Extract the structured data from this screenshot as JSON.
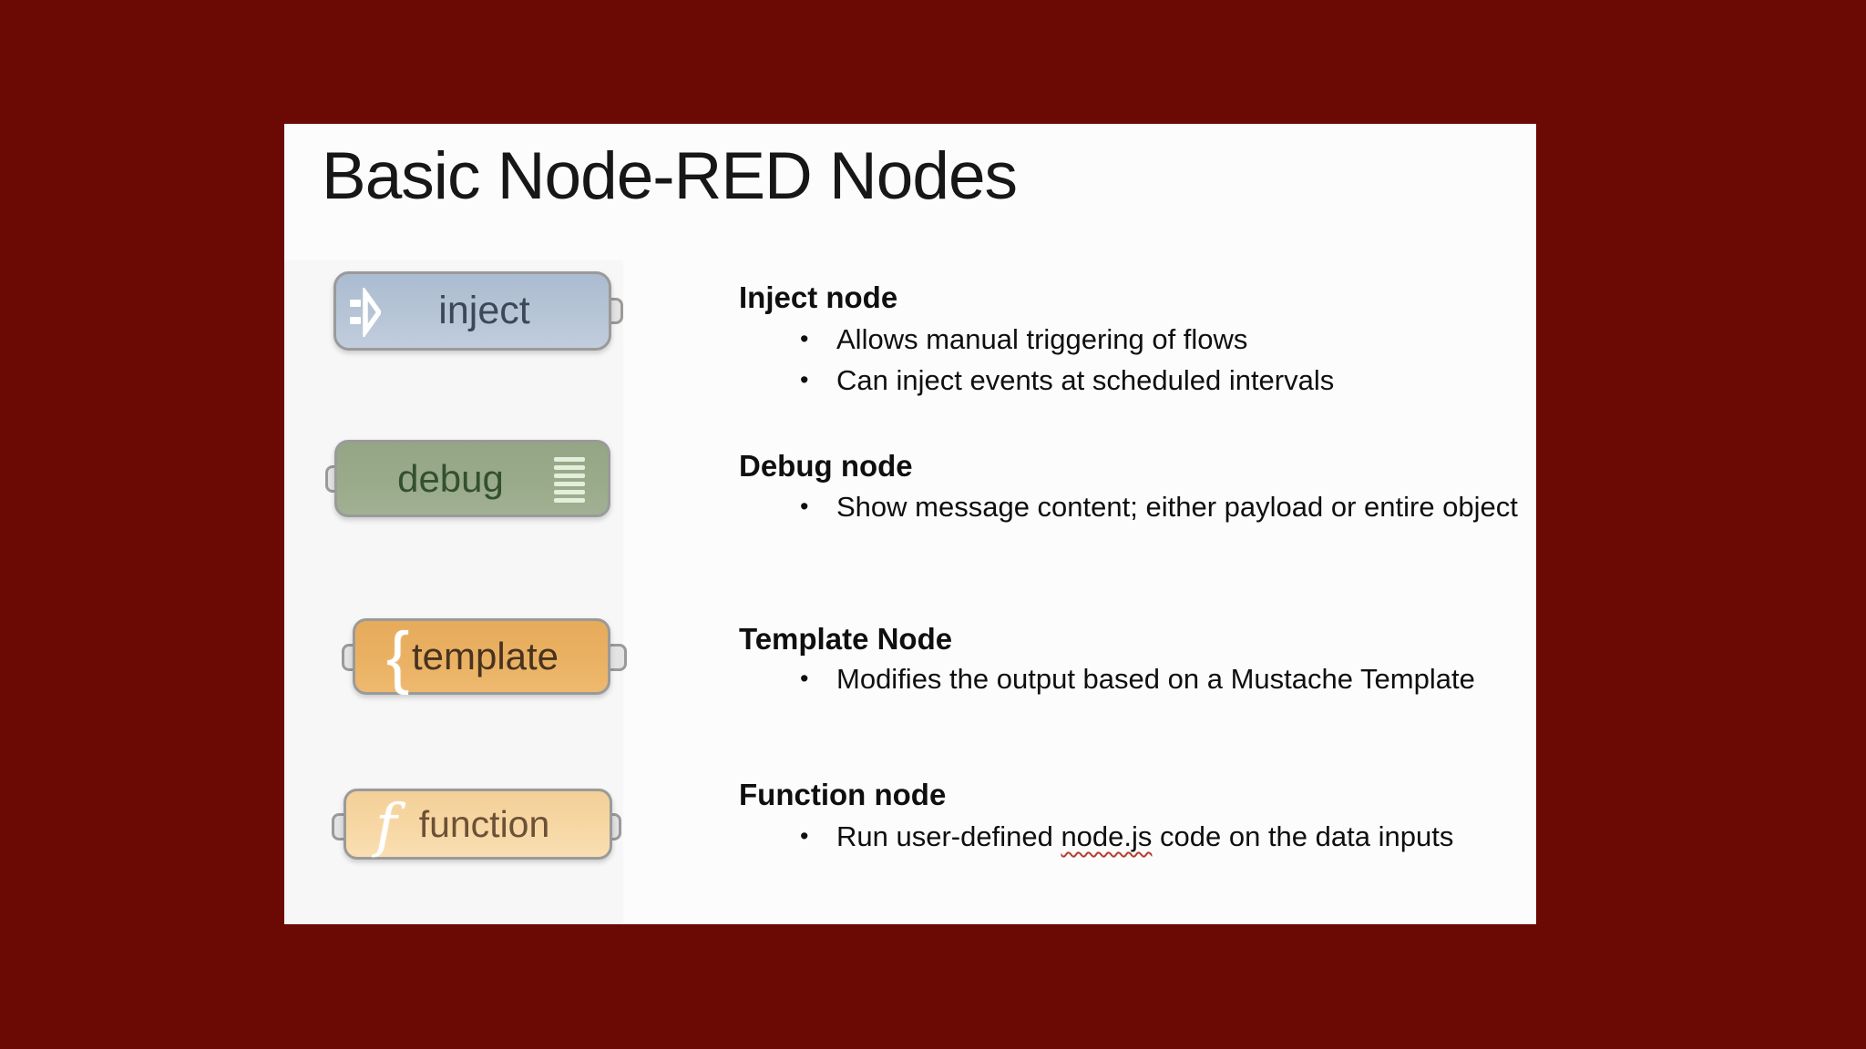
{
  "background_color": "#6b0904",
  "slide": {
    "title": "Basic Node-RED Nodes",
    "surface_color": "#fcfcfc"
  },
  "glyphs": {
    "bullet": "•"
  },
  "nodes": [
    {
      "label": "inject",
      "fill": "#b3c2d4",
      "text_color": "#3d4856",
      "icon": "inject-arrow-icon",
      "ports": [
        "output"
      ]
    },
    {
      "label": "debug",
      "fill": "#9aab8b",
      "text_color": "#33502f",
      "icon": "debug-message-lines-icon",
      "ports": [
        "input"
      ]
    },
    {
      "label": "template",
      "fill": "#eab163",
      "text_color": "#47331f",
      "icon": "curly-brace-icon",
      "icon_glyph": "{",
      "ports": [
        "input",
        "output"
      ]
    },
    {
      "label": "function",
      "fill": "#f7d7a4",
      "text_color": "#6b5136",
      "icon": "function-f-icon",
      "icon_glyph": "f",
      "ports": [
        "input",
        "output"
      ]
    }
  ],
  "sections": [
    {
      "heading": "Inject node",
      "bullets": [
        "Allows manual triggering of flows",
        "Can inject events at scheduled intervals"
      ]
    },
    {
      "heading": "Debug node",
      "bullets": [
        "Show message content; either payload or entire object"
      ]
    },
    {
      "heading": "Template Node",
      "bullets": [
        "Modifies the output based on a Mustache Template"
      ]
    },
    {
      "heading": "Function node",
      "bullets": [
        "Run user-defined node.js code on the data inputs"
      ],
      "misspelled_word": "node.js"
    }
  ]
}
